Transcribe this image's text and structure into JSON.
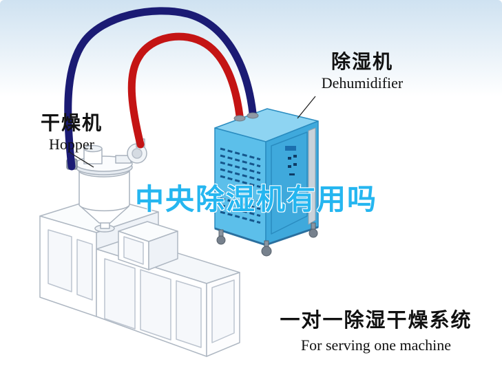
{
  "watermark": {
    "text": "中央除湿机有用吗",
    "color": "#25b6f0"
  },
  "callouts": {
    "dryer": {
      "zh": "干燥机",
      "en": "Hopper"
    },
    "dehumidifier": {
      "zh": "除湿机",
      "en": "Dehumidifier"
    }
  },
  "caption": {
    "zh": "一对一除湿干燥系统",
    "en": "For serving one machine"
  },
  "colors": {
    "pipe_red": "#c41414",
    "pipe_navy": "#1b1b74",
    "cabinet_blue": "#5cbfea",
    "cabinet_blue_dark": "#3fa9dc",
    "cabinet_blue_top": "#8ed4f2",
    "outline_gray": "#a9b2bd",
    "watermark_blue": "#25b6f0"
  }
}
